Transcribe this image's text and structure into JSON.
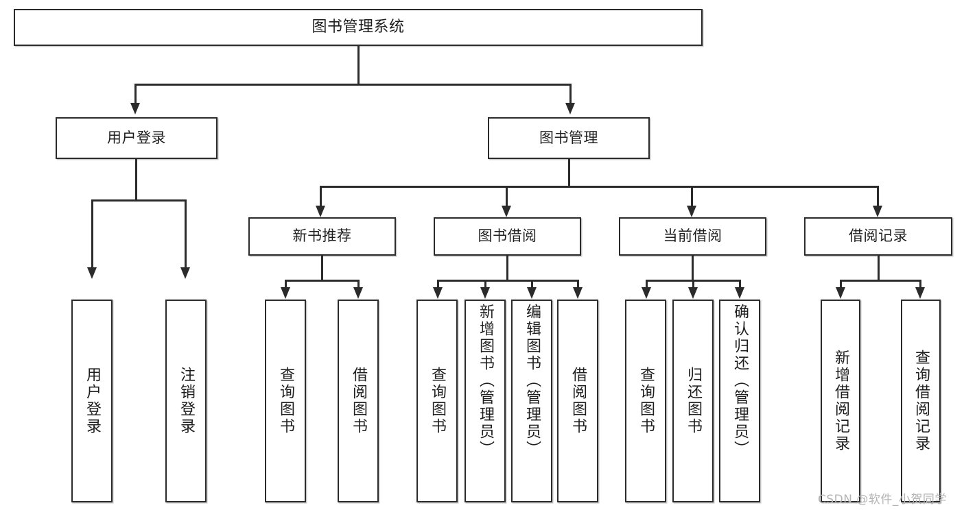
{
  "diagram": {
    "title": "图书管理系统",
    "type": "tree-hierarchy-chart",
    "root": {
      "label": "图书管理系统"
    },
    "level2": [
      {
        "label": "用户登录"
      },
      {
        "label": "图书管理"
      }
    ],
    "level3": [
      {
        "label": "新书推荐"
      },
      {
        "label": "图书借阅"
      },
      {
        "label": "当前借阅"
      },
      {
        "label": "借阅记录"
      }
    ],
    "leaves": {
      "user_login": [
        {
          "label": "用户登录"
        },
        {
          "label": "注销登录"
        }
      ],
      "new_book_recommend": [
        {
          "label": "查询图书"
        },
        {
          "label": "借阅图书"
        }
      ],
      "book_borrow": [
        {
          "label": "查询图书"
        },
        {
          "label": "新增图书（管理员）"
        },
        {
          "label": "编辑图书（管理员）"
        },
        {
          "label": "借阅图书"
        }
      ],
      "current_borrow": [
        {
          "label": "查询图书"
        },
        {
          "label": "归还图书"
        },
        {
          "label": "确认归还（管理员）"
        }
      ],
      "borrow_record": [
        {
          "label": "新增借阅记录"
        },
        {
          "label": "查询借阅记录"
        }
      ]
    }
  },
  "watermark": {
    "text": "CSDN @软件_小贺同学"
  },
  "colors": {
    "stroke": "#2b2b2b",
    "fill": "#ffffff",
    "text": "#1f1f1f",
    "watermark": "#b4b4b4"
  }
}
